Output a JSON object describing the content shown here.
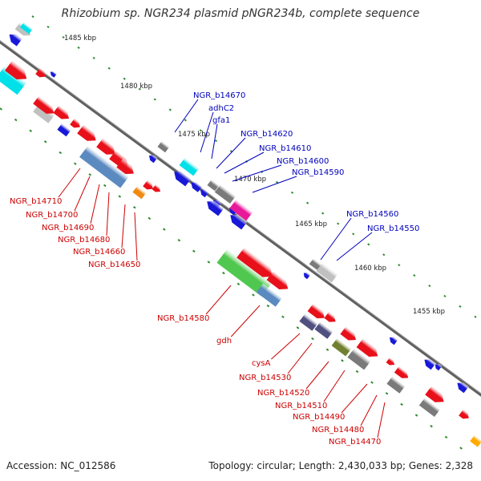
{
  "title": "Rhizobium sp. NGR234 plasmid pNGR234b, complete sequence",
  "footer": {
    "accession": "Accession: NC_012586",
    "topology": "Topology: circular; Length: 2,430,033 bp; Genes: 2,328"
  },
  "colors": {
    "backbone": "#808080",
    "ticks": "#2e8b2e",
    "forward_gene": "#e8101a",
    "reverse_gene": "#1818d8",
    "label_forward": "#cc0000",
    "label_reverse": "#0000bb"
  },
  "scale_labels": [
    "1485 kbp",
    "1480 kbp",
    "1475 kbp",
    "1470 kbp",
    "1465 kbp",
    "1460 kbp",
    "1455 kbp"
  ],
  "gene_labels_reverse": [
    "NGR_b14670",
    "adhC2",
    "gfa1",
    "NGR_b14620",
    "NGR_b14610",
    "NGR_b14600",
    "NGR_b14590",
    "NGR_b14560",
    "NGR_b14550"
  ],
  "gene_labels_forward": [
    "NGR_b14710",
    "NGR_b14700",
    "NGR_b14690",
    "NGR_b14680",
    "NGR_b14660",
    "NGR_b14650",
    "NGR_b14580",
    "gdh",
    "cysA",
    "NGR_b14530",
    "NGR_b14520",
    "NGR_b14510",
    "NGR_b14490",
    "NGR_b14480",
    "NGR_b14470"
  ]
}
